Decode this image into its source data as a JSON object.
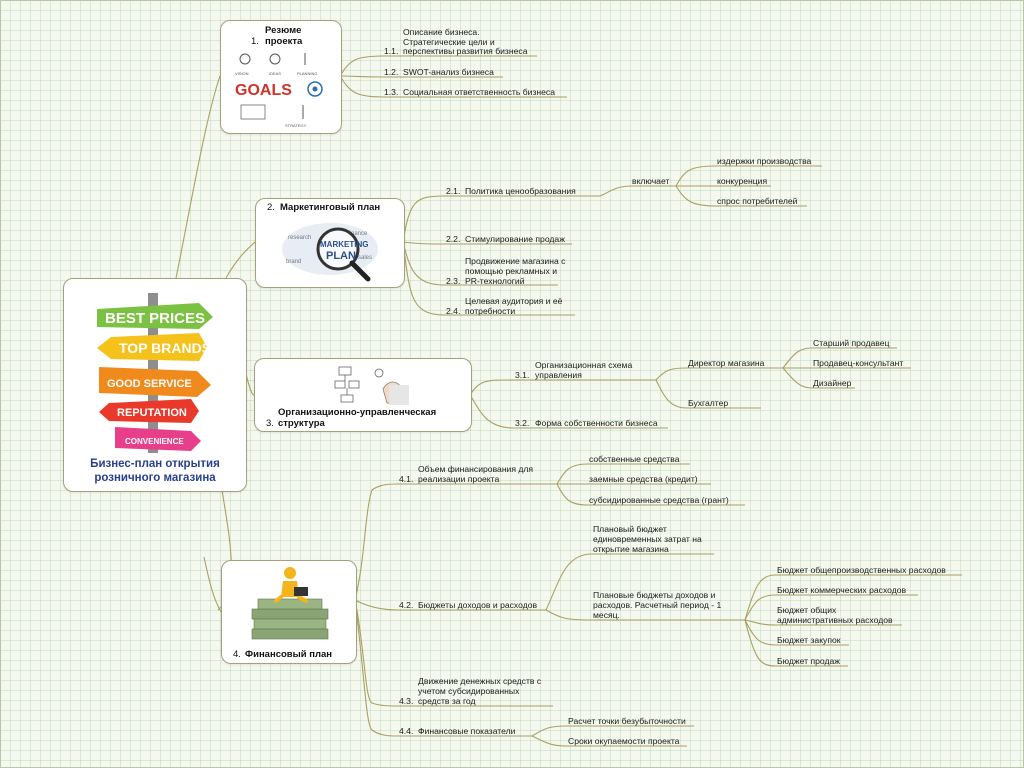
{
  "center": {
    "title_line1": "Бизнес-план открытия",
    "title_line2": "розничного магазина",
    "signs": [
      "BEST PRICES",
      "TOP BRANDS",
      "GOOD SERVICE",
      "REPUTATION",
      "CONVENIENCE"
    ]
  },
  "b1": {
    "title_line1": "Резюме",
    "num": "1.",
    "title_line2": "проекта",
    "image_words": [
      "VISION",
      "IDEAS",
      "PLANNING",
      "GOALS",
      "STRATEGY"
    ],
    "items": [
      {
        "line1": "Описание бизнеса.",
        "line2": "Стратегические цели и",
        "num": "1.1.",
        "line3": "перспективы развития бизнеса"
      },
      {
        "num": "1.2.",
        "text": "SWOT-анализ бизнеса"
      },
      {
        "num": "1.3.",
        "text": "Социальная ответственность бизнеса"
      }
    ]
  },
  "b2": {
    "num": "2.",
    "title": "Маркетинговый план",
    "image_words": [
      "MARKETING",
      "PLAN",
      "research",
      "finance",
      "brand",
      "sales"
    ],
    "items": [
      {
        "num": "2.1.",
        "text": "Политика  ценообразования",
        "sub_label": "включает",
        "subitems": [
          "издержки производства",
          "конкуренция",
          "спрос потребителей"
        ]
      },
      {
        "num": "2.2.",
        "text": "Стимулирование продаж"
      },
      {
        "line1": "Продвижение магазина с",
        "line2": "помощью рекламных и",
        "num": "2.3.",
        "line3": "PR-технологий"
      },
      {
        "line1": "Целевая аудитория и её",
        "num": "2.4.",
        "line2": "потребности"
      }
    ]
  },
  "b3": {
    "title_line1": "Организационно-управленческая",
    "num": "3.",
    "title_line2": "структура",
    "items": [
      {
        "line1": "Организационная схема",
        "num": "3.1.",
        "line2": "управления",
        "director": "Директор магазина",
        "staff": [
          "Старший продавец",
          "Продавец-консультант",
          "Дизайнер"
        ],
        "accountant": "Бухгалтер"
      },
      {
        "num": "3.2.",
        "text": "Форма собственности бизнеса"
      }
    ]
  },
  "b4": {
    "num": "4.",
    "title": "Финансовый план",
    "items": [
      {
        "line1": "Объем финансирования для",
        "num": "4.1.",
        "line2": "реализации проекта",
        "subitems": [
          "собственные средства",
          "заемные средства (кредит)",
          "субсидированные средства (грант)"
        ]
      },
      {
        "num": "4.2.",
        "text": "Бюджеты доходов и расходов",
        "budget1": [
          "Плановый бюджет",
          "единовременных затрат на",
          "открытие магазина"
        ],
        "budget2": [
          "Плановые бюджеты доходов и",
          "расходов. Расчетный период - 1",
          "месяц."
        ],
        "budgets": [
          "Бюджет общепроизводственных расходов",
          "Бюджет коммерческих расходов",
          "Бюджет общих",
          "административных расходов",
          "Бюджет закупок",
          "Бюджет продаж"
        ]
      },
      {
        "line1": "Движение денежных средств с",
        "line2": "учетом субсидированных",
        "num": "4.3.",
        "line3": "средств за год"
      },
      {
        "num": "4.4.",
        "text": "Финансовые показатели",
        "subitems": [
          "Расчет точки безубыточности",
          "Сроки окупаемости проекта"
        ]
      }
    ]
  },
  "colors": {
    "line": "#a9a163",
    "title": "#283f8f",
    "box_border": "#a4a27e"
  }
}
